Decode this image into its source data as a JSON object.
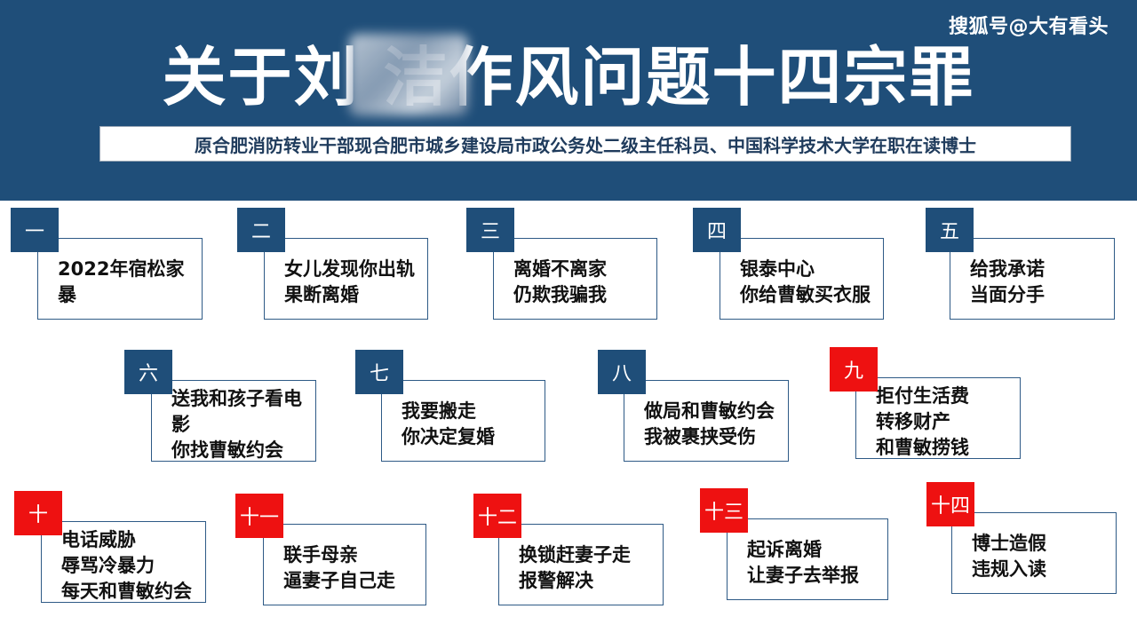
{
  "header": {
    "watermark": "搜狐号@大有看头",
    "title": "关于刘  洁作风问题十四宗罪",
    "subtitle": "原合肥消防转业干部现合肥市城乡建设局市政公务处二级主任科员、中国科学技术大学在职在读博士"
  },
  "items": [
    {
      "num": "一",
      "lines": [
        "2022年宿松家暴"
      ],
      "badge_color": "#1f4e79"
    },
    {
      "num": "二",
      "lines": [
        "女儿发现你出轨",
        "果断离婚"
      ],
      "badge_color": "#1f4e79"
    },
    {
      "num": "三",
      "lines": [
        "离婚不离家",
        "仍欺我骗我"
      ],
      "badge_color": "#1f4e79"
    },
    {
      "num": "四",
      "lines": [
        "银泰中心",
        "你给曹敏买衣服"
      ],
      "badge_color": "#1f4e79"
    },
    {
      "num": "五",
      "lines": [
        "给我承诺",
        "当面分手"
      ],
      "badge_color": "#1f4e79"
    },
    {
      "num": "六",
      "lines": [
        "送我和孩子看电影",
        "你找曹敏约会"
      ],
      "badge_color": "#1f4e79"
    },
    {
      "num": "七",
      "lines": [
        "我要搬走",
        "你决定复婚"
      ],
      "badge_color": "#1f4e79"
    },
    {
      "num": "八",
      "lines": [
        "做局和曹敏约会",
        "我被裹挟受伤"
      ],
      "badge_color": "#1f4e79"
    },
    {
      "num": "九",
      "lines": [
        "拒付生活费",
        "转移财产",
        "和曹敏捞钱"
      ],
      "badge_color": "#ee1111"
    },
    {
      "num": "十",
      "lines": [
        "电话威胁",
        "辱骂冷暴力",
        "每天和曹敏约会"
      ],
      "badge_color": "#ee1111"
    },
    {
      "num": "十一",
      "lines": [
        "联手母亲",
        "逼妻子自己走"
      ],
      "badge_color": "#ee1111"
    },
    {
      "num": "十二",
      "lines": [
        "换锁赶妻子走",
        "报警解决"
      ],
      "badge_color": "#ee1111"
    },
    {
      "num": "十三",
      "lines": [
        "起诉离婚",
        "让妻子去举报"
      ],
      "badge_color": "#ee1111"
    },
    {
      "num": "十四",
      "lines": [
        "博士造假",
        "违规入读"
      ],
      "badge_color": "#ee1111"
    }
  ]
}
